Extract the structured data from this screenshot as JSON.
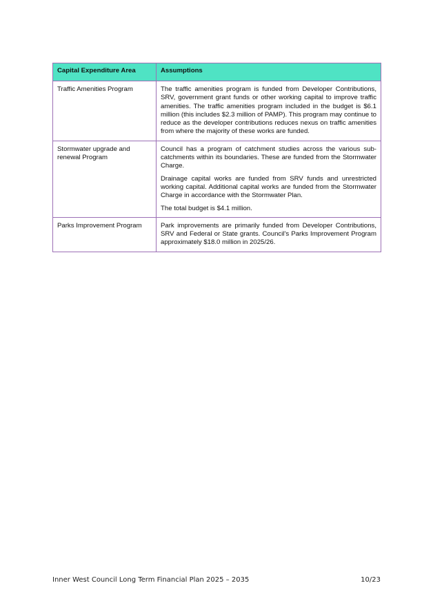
{
  "table": {
    "headers": [
      "Capital Expenditure Area",
      "Assumptions"
    ],
    "rows": [
      {
        "area": "Traffic Amenities Program",
        "paragraphs": [
          "The traffic amenities program is funded from Developer Contributions, SRV, government grant funds or other working capital to improve traffic amenities. The traffic amenities program included in the budget is $6.1 million (this includes $2.3 million of PAMP). This program may continue to reduce as the developer contributions reduces nexus on traffic amenities from where the majority of these works are funded."
        ]
      },
      {
        "area": "Stormwater upgrade and renewal Program",
        "paragraphs": [
          "Council has a program of catchment studies across the various sub-catchments within its boundaries.  These are funded from the Stormwater Charge.",
          "Drainage capital works are funded from SRV funds and unrestricted working capital.  Additional capital works are funded from the Stormwater Charge in accordance with the Stormwater Plan.",
          "The total budget is $4.1 million."
        ]
      },
      {
        "area": "Parks Improvement Program",
        "paragraphs": [
          "Park improvements are primarily funded from Developer Contributions, SRV and Federal or State grants. Council's Parks Improvement Program approximately $18.0 million in 2025/26."
        ]
      }
    ]
  },
  "footer": {
    "title": "Inner West Council Long Term Financial Plan 2025 – 2035",
    "page": "10/23"
  },
  "colors": {
    "header_background": "#4fe3c4",
    "border": "#9b6fb5"
  }
}
